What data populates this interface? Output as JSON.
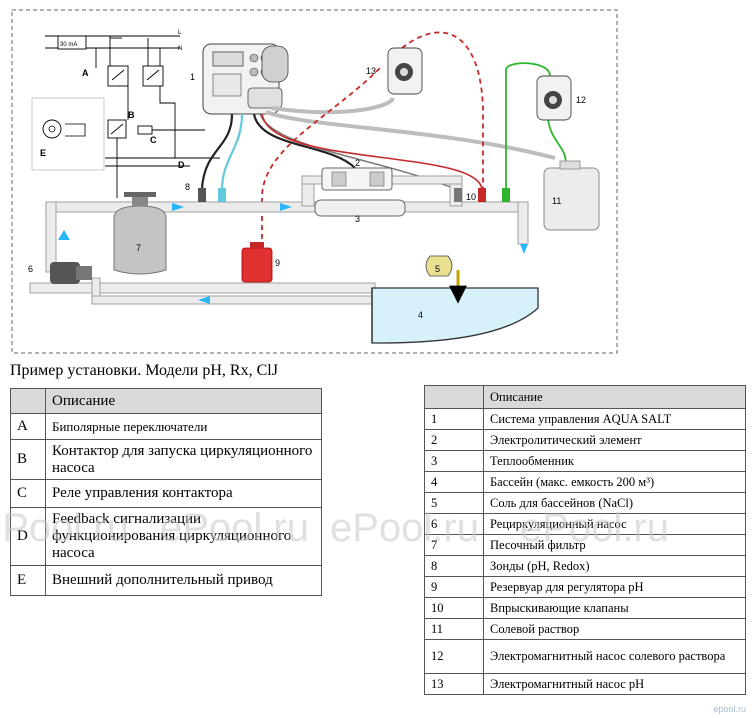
{
  "diagram": {
    "breaker_label": "30 mA",
    "phase_labels": [
      "L",
      "N"
    ],
    "callouts": {
      "n1": "1",
      "n2": "2",
      "n3": "3",
      "n4": "4",
      "n5": "5",
      "n6": "6",
      "n7": "7",
      "n8": "8",
      "n9": "9",
      "n10": "10",
      "n11": "11",
      "n12": "12",
      "n13": "13",
      "A": "A",
      "B": "B",
      "C": "C",
      "D": "D",
      "E": "E"
    },
    "colors": {
      "pipe": "#bfbfbf",
      "tank": "#c4c4c4",
      "acid": "#e03030",
      "flow_arrow": "#29b6f6",
      "water": "#d6f1fa",
      "probe": "#64c8dc",
      "green_line": "#2db52d"
    }
  },
  "caption": "Пример установки. Модели pH, Rx, ClJ",
  "left_table": {
    "header": [
      "",
      "Описание"
    ],
    "rows": [
      {
        "key": "A",
        "text": "Биполярные переключатели"
      },
      {
        "key": "B",
        "text": "Контактор для запуска циркуляционного насоса"
      },
      {
        "key": "C",
        "text": "Реле управления контактора"
      },
      {
        "key": "D",
        "text": "Feedback сигнализации функционирования циркуляционного насоса"
      },
      {
        "key": "E",
        "text": "Внешний дополнительный привод"
      }
    ]
  },
  "right_table": {
    "header": [
      "",
      "Описание"
    ],
    "rows": [
      {
        "key": "1",
        "text": "Система управления AQUA SALT"
      },
      {
        "key": "2",
        "text": "Электролитический элемент"
      },
      {
        "key": "3",
        "text": "Теплообменник"
      },
      {
        "key": "4",
        "text": "Бассейн (макс. емкость 200 м³)"
      },
      {
        "key": "5",
        "text": "Соль для бассейнов (NaCl)"
      },
      {
        "key": "6",
        "text": "Рециркуляционный насос"
      },
      {
        "key": "7",
        "text": "Песочный фильтр"
      },
      {
        "key": "8",
        "text": "Зонды (pH, Redox)"
      },
      {
        "key": "9",
        "text": "Резервуар для регулятора pH"
      },
      {
        "key": "10",
        "text": "Впрыскивающие клапаны"
      },
      {
        "key": "11",
        "text": "Солевой раствор"
      },
      {
        "key": "12",
        "text": "Электромагнитный насос солевого раствора"
      },
      {
        "key": "13",
        "text": "Электромагнитный насос pH"
      }
    ]
  },
  "watermark": "ePool.ru",
  "logo": "epool.ru"
}
